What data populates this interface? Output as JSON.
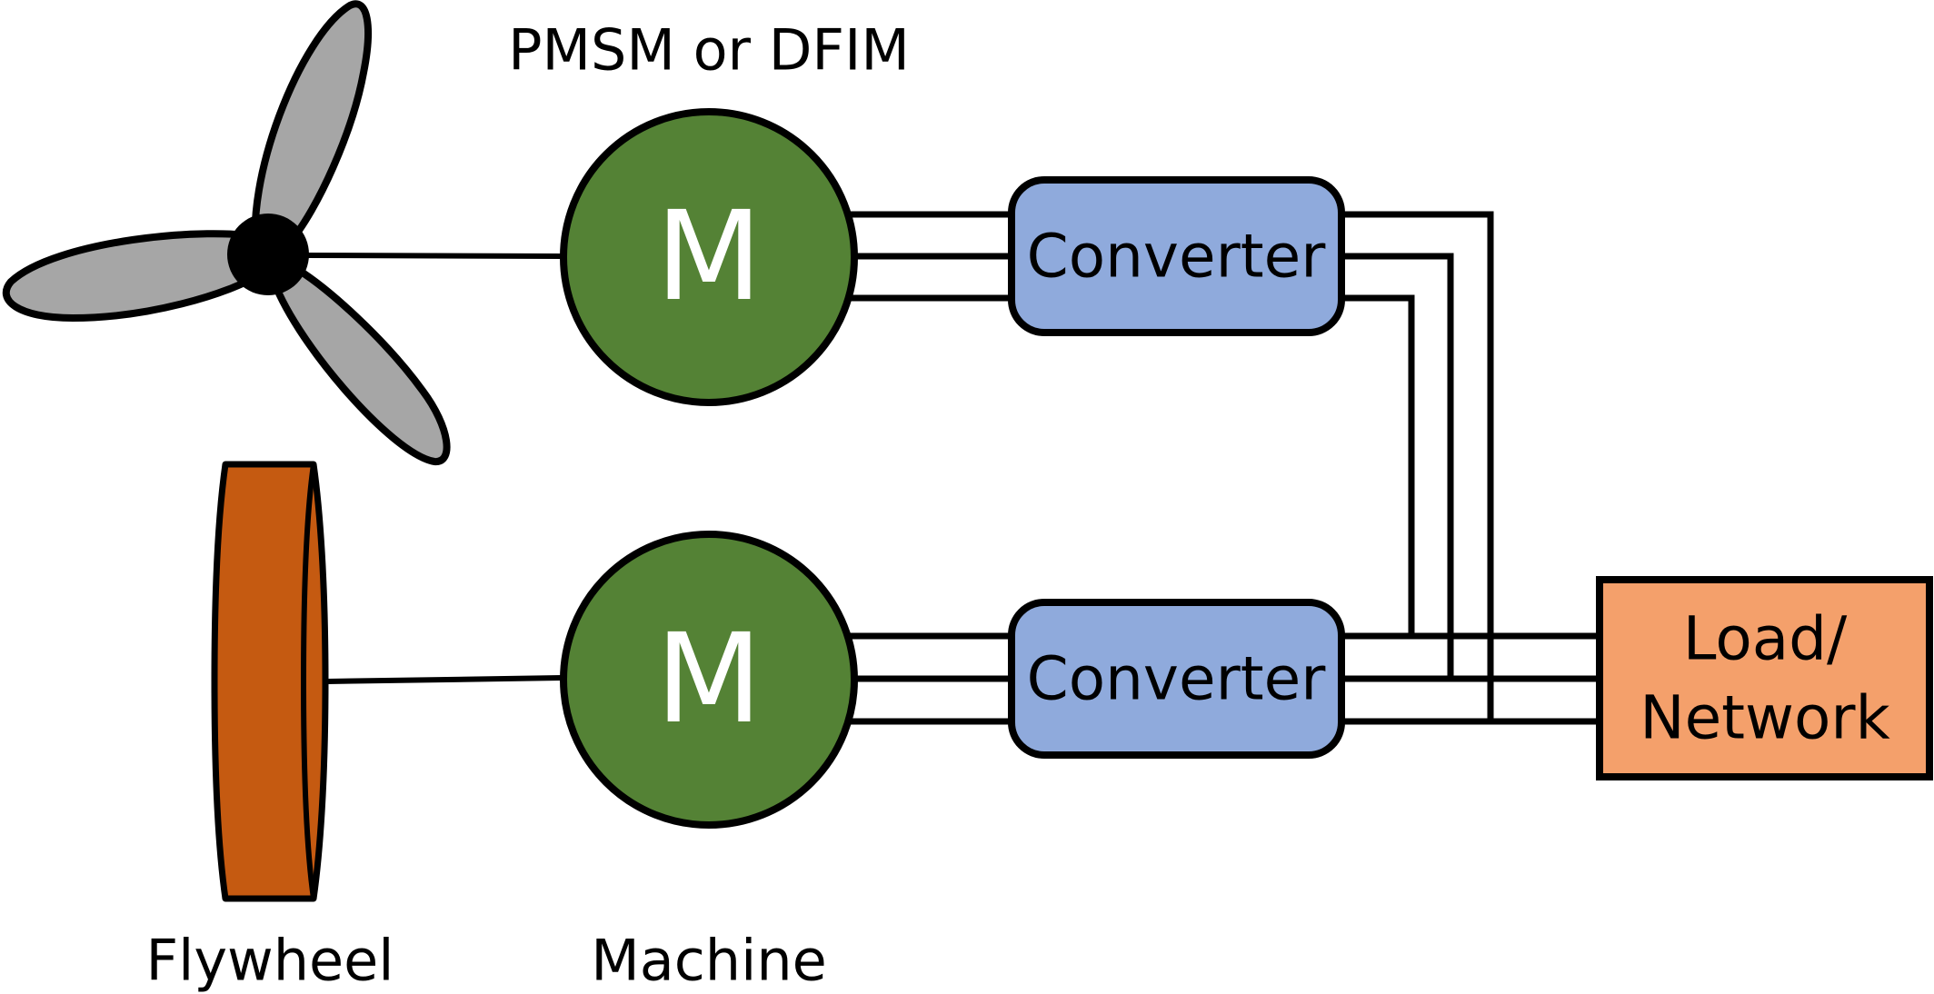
{
  "labels": {
    "top_caption": "PMSM or DFIM",
    "flywheel_caption": "Flywheel",
    "machine_caption": "Machine"
  },
  "machines": {
    "top_symbol": "M",
    "bottom_symbol": "M"
  },
  "converters": {
    "top_label": "Converter",
    "bottom_label": "Converter"
  },
  "load": {
    "line1": "Load/",
    "line2": "Network"
  },
  "colors": {
    "machine_fill": "#548235",
    "converter_fill": "#8faadc",
    "load_fill": "#f4a06b",
    "flywheel_fill": "#c55a11",
    "blade_fill": "#a6a6a6",
    "hub_fill": "#000000",
    "stroke": "#000000"
  },
  "icons": {
    "turbine": "wind-turbine-icon",
    "flywheel": "flywheel-icon"
  }
}
